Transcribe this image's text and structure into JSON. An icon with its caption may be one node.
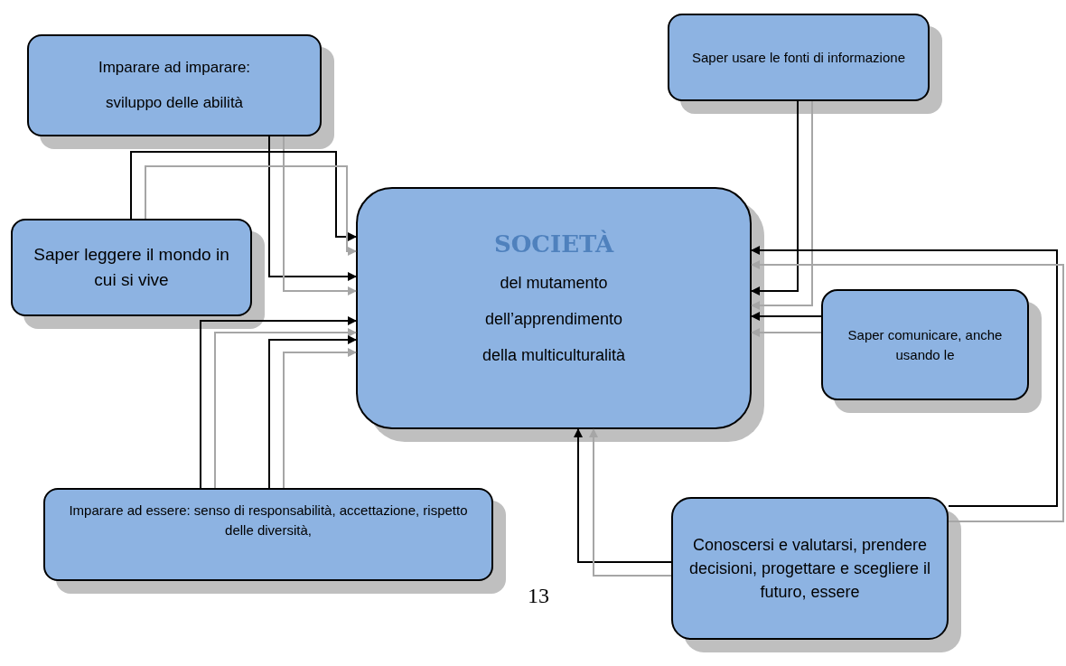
{
  "diagram": {
    "nodes": [
      {
        "text": [
          "Imparare ad imparare:",
          "sviluppo delle abilità"
        ]
      },
      {
        "text": [
          "Saper usare le fonti di informazione"
        ]
      },
      {
        "text": [
          "Saper leggere il mondo in cui si vive"
        ]
      },
      {
        "text": [
          "SOCIETÀ",
          "del mutamento",
          "dell’apprendimento",
          "della multiculturalità"
        ]
      },
      {
        "text": [
          "Saper comunicare, anche usando le"
        ]
      },
      {
        "text": [
          "Imparare ad essere: senso di responsabilità, accettazione, rispetto delle diversità,"
        ]
      },
      {
        "text": [
          "Conoscersi e valutarsi, prendere decisioni, progettare e scegliere il futuro, essere"
        ]
      }
    ],
    "edges": [
      {
        "from": 0,
        "to": 3,
        "arrow": "to"
      },
      {
        "from": 0,
        "to": 3,
        "arrow": "to",
        "color": "#a6a6a6"
      },
      {
        "from": 2,
        "to": 3,
        "arrow": "to"
      },
      {
        "from": 2,
        "to": 3,
        "arrow": "to",
        "color": "#a6a6a6"
      },
      {
        "from": 5,
        "to": 3,
        "arrow": "to"
      },
      {
        "from": 5,
        "to": 3,
        "arrow": "to",
        "color": "#a6a6a6"
      },
      {
        "from": 5,
        "to": 3,
        "arrow": "to"
      },
      {
        "from": 5,
        "to": 3,
        "arrow": "to",
        "color": "#a6a6a6"
      },
      {
        "from": 1,
        "to": 3,
        "arrow": "to"
      },
      {
        "from": 1,
        "to": 3,
        "arrow": "to",
        "color": "#a6a6a6"
      },
      {
        "from": 4,
        "to": 3,
        "arrow": "to"
      },
      {
        "from": 4,
        "to": 3,
        "arrow": "to",
        "color": "#a6a6a6"
      },
      {
        "from": 6,
        "to": 3,
        "arrow": "to"
      },
      {
        "from": 6,
        "to": 3,
        "arrow": "to",
        "color": "#a6a6a6"
      },
      {
        "from": 6,
        "to": 3,
        "arrow": "to"
      },
      {
        "from": 6,
        "to": 3,
        "arrow": "to",
        "color": "#a6a6a6"
      }
    ],
    "labels": [
      "13"
    ]
  }
}
